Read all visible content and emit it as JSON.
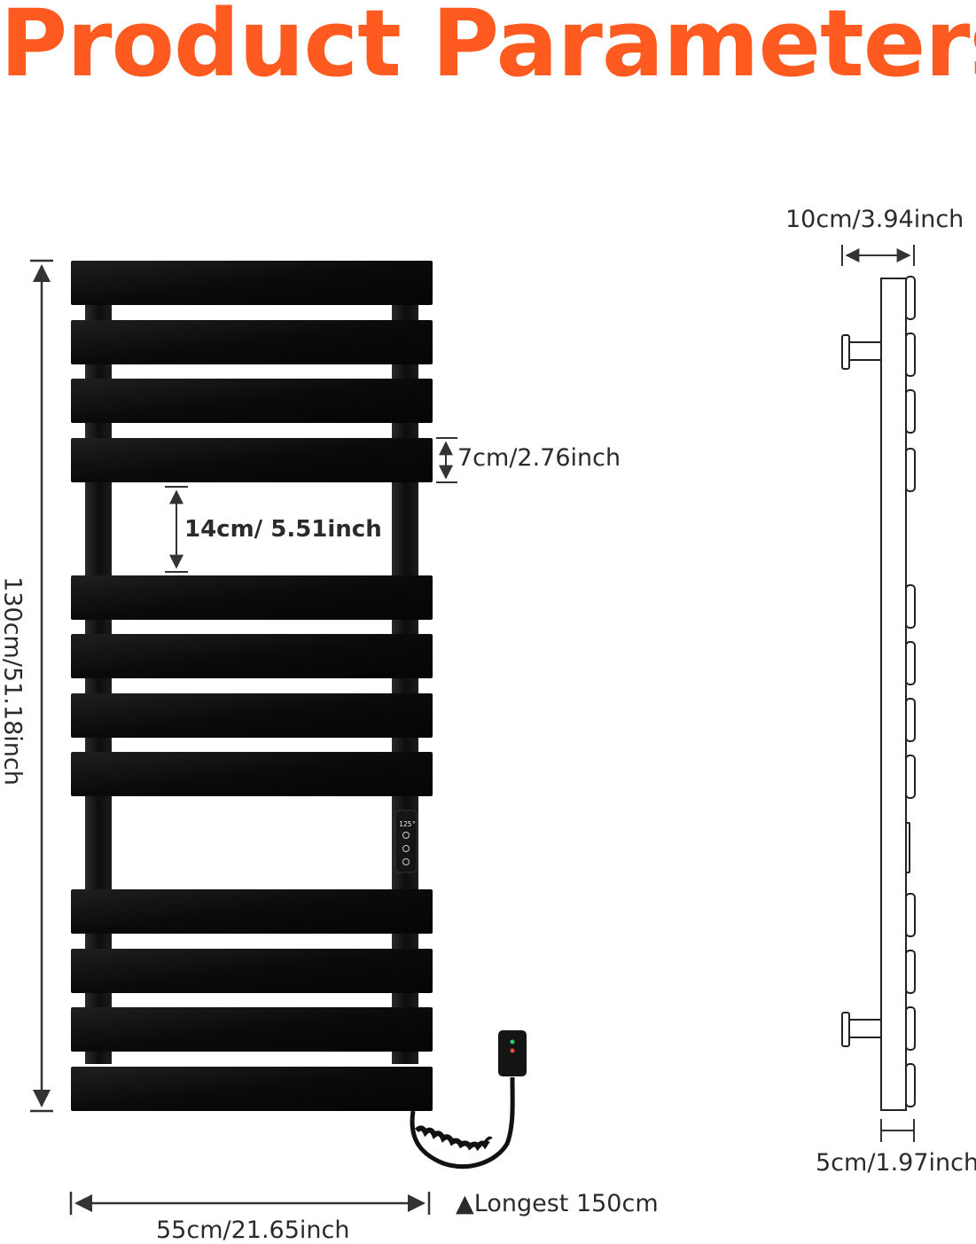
{
  "title": "Product Parameters",
  "dimensions": {
    "height": "130cm/51.18inch",
    "width": "55cm/21.65inch",
    "bar_height": "7cm/2.76inch",
    "gap": "14cm/ 5.51inch",
    "depth": "10cm/3.94inch",
    "side_thickness": "5cm/1.97inch",
    "cable": "▲Longest 150cm"
  },
  "control_panel": {
    "display": "125°"
  },
  "colors": {
    "title": "#ff5a1f",
    "radiator": "#111111",
    "dimension_lines": "#333333"
  },
  "icons": [
    "power-icon",
    "temperature-icon",
    "timer-icon"
  ]
}
